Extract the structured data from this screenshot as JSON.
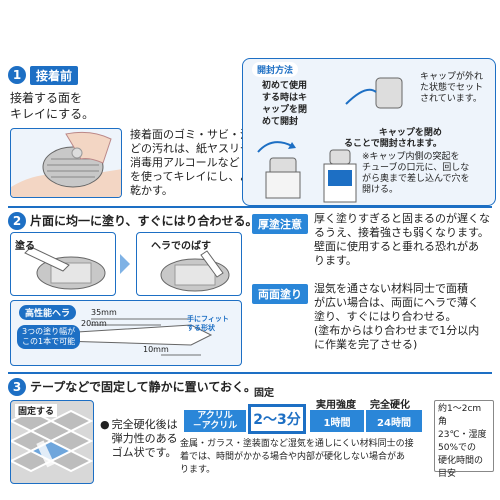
{
  "step1": {
    "num": "1",
    "title": "接着前",
    "lead_lines": [
      "接着する面を",
      "キレイにする。"
    ],
    "detail_lines": [
      "接着面のゴミ・サビ・油な",
      "どの汚れは、紙ヤスリや",
      "消毒用アルコールなど",
      "を使ってキレイにし、よく",
      "乾かす。"
    ]
  },
  "opening": {
    "badge": "開封方法",
    "first_lines": [
      "初めて使用",
      "する時はキ",
      "ャップを閉",
      "めて開封"
    ],
    "cap_off_lines": [
      "キャップが外れ",
      "た状態でセット",
      "されています。"
    ],
    "cap_close_bold_lines": [
      "キャップを閉め",
      "ることで開封されます。"
    ],
    "note_lines": [
      "※キャップ内側の突起を",
      "チューブの口元に、回しな",
      "がら奥まで差し込んで穴を",
      "開ける。"
    ]
  },
  "step2": {
    "num": "2",
    "title": "片面に均一に塗り、すぐにはり合わせる。",
    "illus_label_1": "塗る",
    "illus_label_2": "ヘラでのばす",
    "spatula": {
      "title": "高性能ヘラ",
      "dim_35": "35mm",
      "dim_20": "20mm",
      "dim_10": "10mm",
      "note_lines": [
        "3つの塗り幅が",
        "この1本で可能"
      ],
      "finger_lines": [
        "手にフィット",
        "する形状"
      ]
    },
    "warning": {
      "tag": "厚塗注意",
      "lines": [
        "厚く塗りすぎると固まるのが遅くな",
        "るうえ、接着強さも弱くなります。",
        "壁面に使用すると垂れる恐れがあ",
        "ります。"
      ]
    },
    "both": {
      "tag": "両面塗り",
      "lines": [
        "湿気を通さない材料同士で面積",
        "が広い場合は、両面にヘラで薄く",
        "塗り、すぐにはり合わせる。",
        "(塗布からはり合わせまで1分以内",
        "に作業を完了させる)"
      ]
    }
  },
  "step3": {
    "num": "3",
    "title": "テープなどで固定して静かに置いておく。",
    "fix_label": "固定する",
    "cure_lines": [
      "完全硬化後は",
      "弾力性のある",
      "ゴム状です。"
    ],
    "table": {
      "h_fix": "固定",
      "h_practical": "実用強度",
      "h_full": "完全硬化",
      "row_lines": [
        "アクリル",
        "－アクリル"
      ],
      "fix_value": "2～3分",
      "practical_value": "1時間",
      "full_value": "24時間"
    },
    "note_lines": [
      "金属・ガラス・塗装面など湿気を通しにくい材料同士の接",
      "着では、時間がかかる場合や内部が硬化しない場合があ",
      "ります。"
    ],
    "guide_lines": [
      "約1～2cm角",
      "23℃・湿度",
      "50%での",
      "硬化時間の",
      "目安"
    ]
  }
}
